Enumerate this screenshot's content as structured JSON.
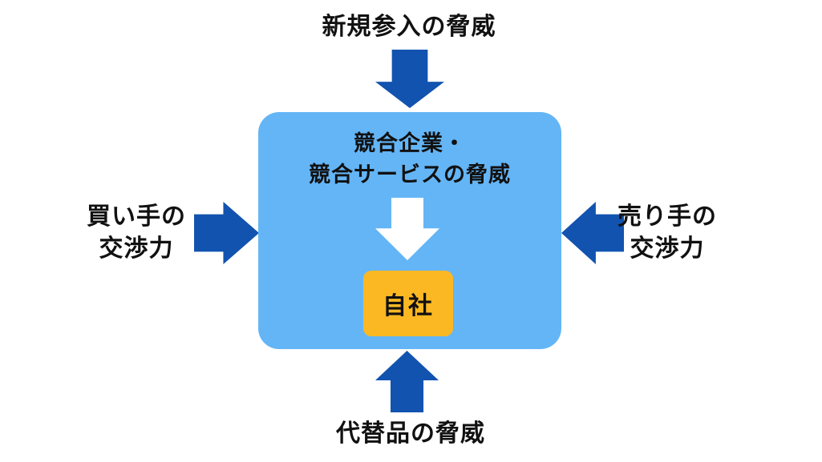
{
  "diagram": {
    "type": "five-forces",
    "top_label": "新規参入の脅威",
    "bottom_label": "代替品の脅威",
    "left_label": {
      "line1": "買い手の",
      "line2": "交渉力"
    },
    "right_label": {
      "line1": "売り手の",
      "line2": "交渉力"
    },
    "center_box": {
      "title_line1": "競合企業・",
      "title_line2": "競合サービスの脅威",
      "inner_box_label": "自社"
    },
    "colors": {
      "arrow_blue": "#1253b0",
      "box_light_blue": "#64b5f6",
      "inner_box_orange": "#fbb823",
      "white_arrow": "#ffffff",
      "text": "#111111",
      "background": "#ffffff"
    }
  }
}
